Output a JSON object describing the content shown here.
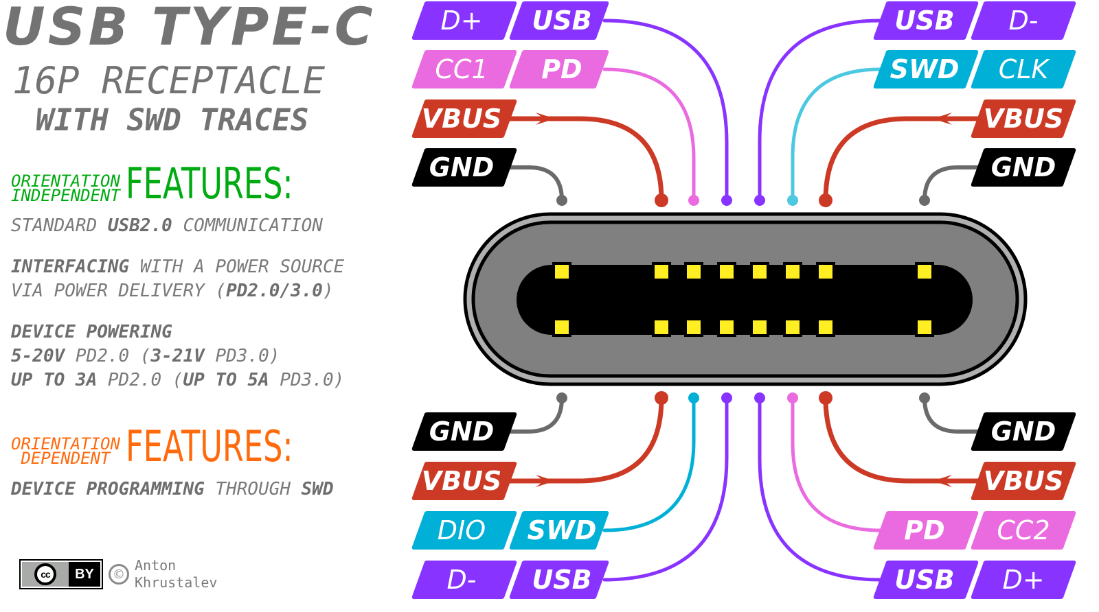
{
  "title": {
    "line1": "USB TYPE-C",
    "line2": "16P RECEPTACLE",
    "line3": "WITH SWD TRACES"
  },
  "independent": {
    "small_line1": "ORIENTATION",
    "small_line2": "INDEPENDENT",
    "big": "FEATURES:",
    "color": "#00aa11",
    "items": [
      {
        "lines": [
          [
            {
              "t": "STANDARD ",
              "b": false
            },
            {
              "t": "USB2.0",
              "b": true
            },
            {
              "t": " COMMUNICATION",
              "b": false
            }
          ]
        ]
      },
      {
        "lines": [
          [
            {
              "t": "INTERFACING",
              "b": true
            },
            {
              "t": " WITH A POWER SOURCE",
              "b": false
            }
          ],
          [
            {
              "t": "VIA POWER DELIVERY (",
              "b": false
            },
            {
              "t": "PD2.0/3.0",
              "b": true
            },
            {
              "t": ")",
              "b": false
            }
          ]
        ]
      },
      {
        "lines": [
          [
            {
              "t": "DEVICE POWERING",
              "b": true
            }
          ],
          [
            {
              "t": "5-20V",
              "b": true
            },
            {
              "t": " PD2.0 (",
              "b": false
            },
            {
              "t": "3-21V",
              "b": true
            },
            {
              "t": " PD3.0)",
              "b": false
            }
          ],
          [
            {
              "t": "UP TO 3A",
              "b": true
            },
            {
              "t": " PD2.0 (",
              "b": false
            },
            {
              "t": "UP TO 5A",
              "b": true
            },
            {
              "t": " PD3.0)",
              "b": false
            }
          ]
        ]
      }
    ]
  },
  "dependent": {
    "small_line1": "ORIENTATION",
    "small_line2": "DEPENDENT",
    "big": "FEATURES:",
    "color": "#ff6a0d",
    "items": [
      {
        "lines": [
          [
            {
              "t": "DEVICE PROGRAMMING",
              "b": true
            },
            {
              "t": " THROUGH ",
              "b": false
            },
            {
              "t": "SWD",
              "b": true
            }
          ]
        ]
      }
    ]
  },
  "credit": {
    "license_cc": "cc",
    "license_by": "BY",
    "copyright_symbol": "©",
    "author_line1": "Anton",
    "author_line2": "Khrustalev"
  },
  "colors": {
    "usb": "#8833ff",
    "pd": "#ea6be0",
    "vbus": "#cc3a25",
    "gnd": "#000000",
    "gnd_trace": "#6a6a6a",
    "swd": "#00b0d6",
    "swd_trace_light": "#4cc8e0",
    "contact": "#ffee22",
    "shell_outer": "#b0b0b0",
    "shell_inner": "#808080",
    "tongue": "#000000"
  },
  "connector": {
    "name": "USB Type-C 16P receptacle",
    "top_row_pins": [
      "GND",
      "VBUS",
      "CC1",
      "D+",
      "D-",
      "CLK",
      "VBUS",
      "GND"
    ],
    "bottom_row_pins": [
      "GND",
      "VBUS",
      "DIO",
      "D-",
      "D+",
      "CC2",
      "VBUS",
      "GND"
    ]
  },
  "labels": {
    "top_left": [
      {
        "row": 0,
        "pair": [
          "D+",
          "USB"
        ],
        "color": "usb",
        "pin": 3
      },
      {
        "row": 1,
        "pair": [
          "CC1",
          "PD"
        ],
        "color": "pd",
        "pin": 2
      },
      {
        "row": 2,
        "single": "VBUS",
        "color": "vbus",
        "pin": 1,
        "arrow": "in"
      },
      {
        "row": 3,
        "single": "GND",
        "color": "gnd",
        "pin": 0
      }
    ],
    "top_right": [
      {
        "row": 0,
        "pair": [
          "USB",
          "D-"
        ],
        "color": "usb",
        "pin": 4
      },
      {
        "row": 1,
        "pair": [
          "SWD",
          "CLK"
        ],
        "color": "swd",
        "pin": 5
      },
      {
        "row": 2,
        "single": "VBUS",
        "color": "vbus",
        "pin": 6,
        "arrow": "in"
      },
      {
        "row": 3,
        "single": "GND",
        "color": "gnd",
        "pin": 7
      }
    ],
    "bottom_left": [
      {
        "row": 0,
        "single": "GND",
        "color": "gnd",
        "pin": 0
      },
      {
        "row": 1,
        "single": "VBUS",
        "color": "vbus",
        "pin": 1,
        "arrow": "in"
      },
      {
        "row": 2,
        "pair": [
          "DIO",
          "SWD"
        ],
        "color": "swd",
        "pin": 2
      },
      {
        "row": 3,
        "pair": [
          "D-",
          "USB"
        ],
        "color": "usb",
        "pin": 3
      }
    ],
    "bottom_right": [
      {
        "row": 0,
        "single": "GND",
        "color": "gnd",
        "pin": 7
      },
      {
        "row": 1,
        "single": "VBUS",
        "color": "vbus",
        "pin": 6,
        "arrow": "in"
      },
      {
        "row": 2,
        "pair": [
          "PD",
          "CC2"
        ],
        "color": "pd",
        "pin": 5
      },
      {
        "row": 3,
        "pair": [
          "USB",
          "D+"
        ],
        "color": "usb",
        "pin": 4
      }
    ]
  }
}
